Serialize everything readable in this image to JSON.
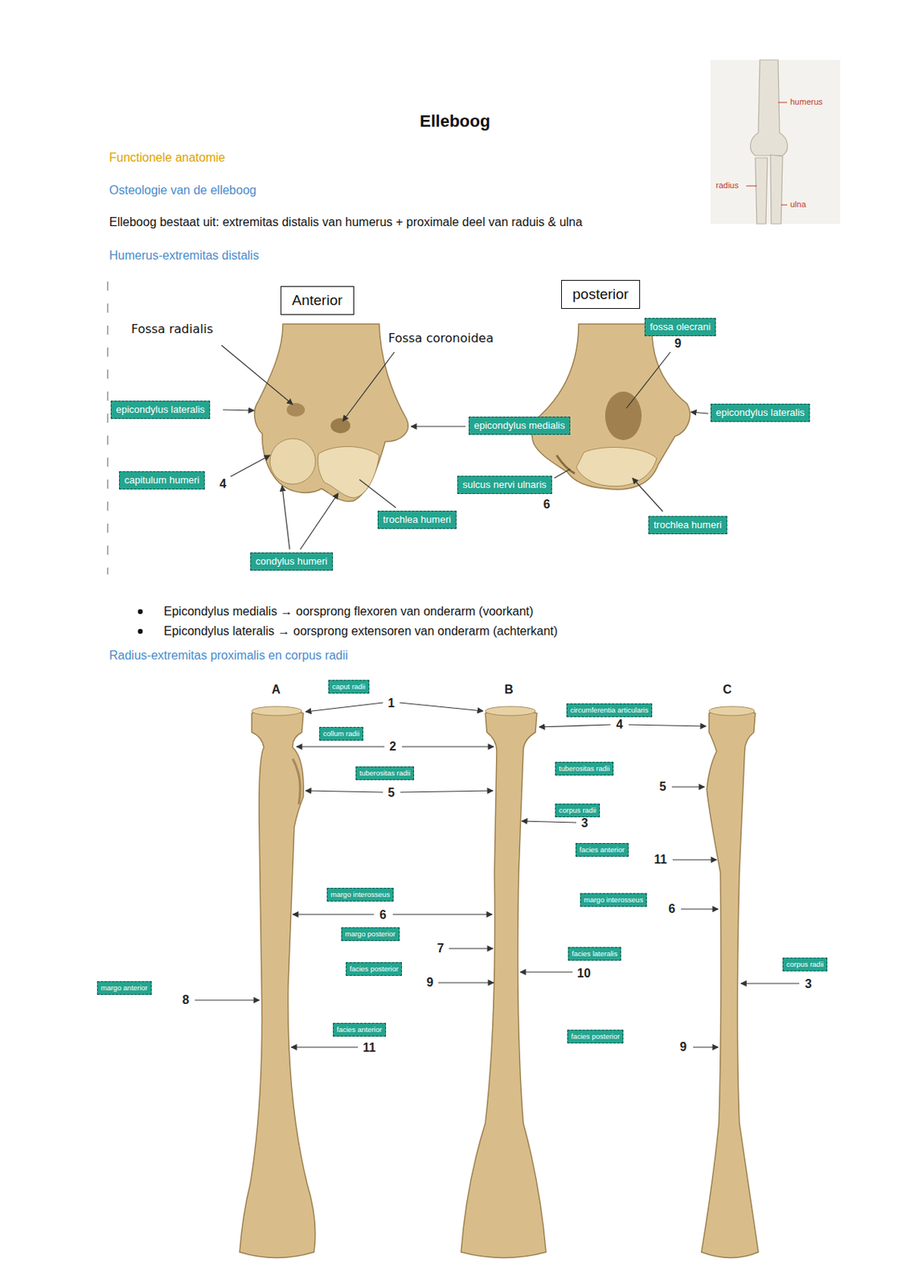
{
  "diagram": {
    "title": "Elleboog",
    "nodes": [
      {
        "text": [
          "Anterior"
        ]
      },
      {
        "text": [
          "posterior"
        ]
      },
      {
        "text": [
          "fossa olecrani"
        ]
      },
      {
        "text": [
          "epicondylus lateralis"
        ]
      },
      {
        "text": [
          "epicondylus medialis"
        ]
      },
      {
        "text": [
          "epicondylus lateralis"
        ]
      },
      {
        "text": [
          "capitulum humeri"
        ]
      },
      {
        "text": [
          "sulcus nervi ulnaris"
        ]
      },
      {
        "text": [
          "trochlea humeri"
        ]
      },
      {
        "text": [
          "trochlea humeri"
        ]
      },
      {
        "text": [
          "condylus humeri"
        ]
      },
      {
        "text": [
          "caput radii"
        ]
      },
      {
        "text": [
          "circumferentia articularis"
        ]
      },
      {
        "text": [
          "collum radii"
        ]
      },
      {
        "text": [
          "tuberositas radii"
        ]
      },
      {
        "text": [
          "tuberositas radii"
        ]
      },
      {
        "text": [
          "corpus radii"
        ]
      },
      {
        "text": [
          "facies anterior"
        ]
      },
      {
        "text": [
          "margo interosseus"
        ]
      },
      {
        "text": [
          "margo interosseus"
        ]
      },
      {
        "text": [
          "margo posterior"
        ]
      },
      {
        "text": [
          "facies lateralis"
        ]
      },
      {
        "text": [
          "facies posterior"
        ]
      },
      {
        "text": [
          "margo anterior"
        ]
      },
      {
        "text": [
          "corpus radii"
        ]
      },
      {
        "text": [
          "facies anterior"
        ]
      },
      {
        "text": [
          "facies posterior"
        ]
      }
    ],
    "labels": [
      "Functionele anatomie",
      "Osteologie van de elleboog",
      "Elleboog bestaat uit: extremitas distalis van humerus + proximale deel van raduis & ulna",
      "humerus",
      "radius",
      "ulna",
      "Humerus-extremitas distalis",
      "Fossa radialis",
      "Fossa coronoidea",
      "4",
      "9",
      "6",
      "Epicondylus medialis → oorsprong flexoren van onderarm (voorkant)",
      "Epicondylus lateralis → oorsprong extensoren van onderarm (achterkant)",
      "Radius-extremitas proximalis en corpus radii",
      "A",
      "B",
      "C",
      "1",
      "4",
      "2",
      "5",
      "3",
      "5",
      "11",
      "6",
      "6",
      "7",
      "10",
      "9",
      "8",
      "3",
      "11",
      "9"
    ]
  }
}
